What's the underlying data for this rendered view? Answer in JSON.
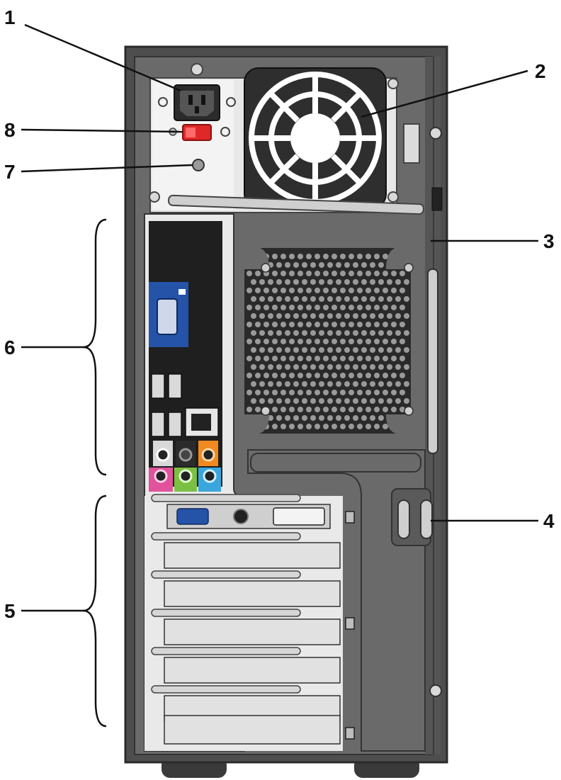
{
  "callouts": [
    {
      "id": "1",
      "label": "1"
    },
    {
      "id": "2",
      "label": "2"
    },
    {
      "id": "3",
      "label": "3"
    },
    {
      "id": "4",
      "label": "4"
    },
    {
      "id": "5",
      "label": "5"
    },
    {
      "id": "6",
      "label": "6"
    },
    {
      "id": "7",
      "label": "7"
    },
    {
      "id": "8",
      "label": "8"
    }
  ],
  "colors": {
    "chassis": "#5a5a5a",
    "chassis_dark": "#3c3c3c",
    "psu_plate": "#ececec",
    "fan": "#2e2e2e",
    "io_panel": "#1f1f1f",
    "vga_blue": "#2453a8",
    "voltage_switch": "#e02828",
    "audio_pink": "#e0529c",
    "audio_green": "#7cc043",
    "audio_blue": "#3aa6dc",
    "audio_orange": "#f08a1e",
    "slot_plate": "#dcdcdc"
  },
  "icons": [
    "power-socket-icon",
    "usb-icon",
    "network-icon",
    "audio-jack-icon",
    "screw-icon"
  ]
}
